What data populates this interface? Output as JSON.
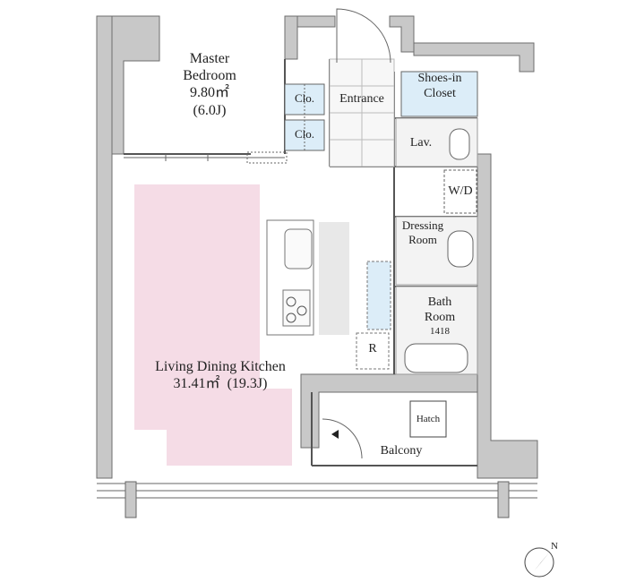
{
  "rooms": {
    "master_bedroom": {
      "name_line1": "Master",
      "name_line2": "Bedroom",
      "area": "9.80㎡",
      "jo": "(6.0J)"
    },
    "closet_1": "Clo.",
    "closet_2": "Clo.",
    "entrance": "Entrance",
    "shoes_closet_line1": "Shoes-in",
    "shoes_closet_line2": "Closet",
    "lavatory": "Lav.",
    "washer_dryer": "W/D",
    "dressing_room_line1": "Dressing",
    "dressing_room_line2": "Room",
    "bath_room_line1": "Bath",
    "bath_room_line2": "Room",
    "bath_size": "1418",
    "refrigerator": "R",
    "ldk": {
      "name": "Living Dining Kitchen",
      "area": "31.41㎡",
      "jo": "(19.3J)"
    },
    "balcony": "Balcony",
    "hatch": "Hatch"
  },
  "compass": {
    "north": "N"
  },
  "colors": {
    "wall": "#c8c8c8",
    "wall_stroke": "#6e6e6e",
    "ldk_highlight": "#f5dce6",
    "closet_fill": "#dcedf8",
    "wet_area_fill": "#f3f3f3"
  }
}
